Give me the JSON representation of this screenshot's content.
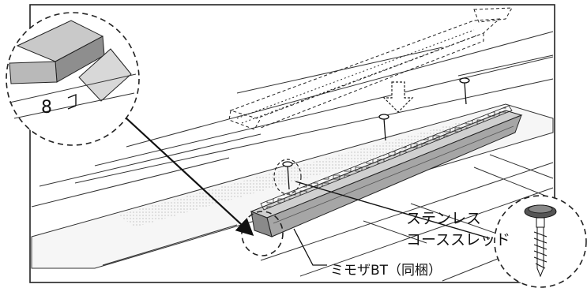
{
  "labels": {
    "dimension": "8",
    "screw_line1": "ステンレス",
    "screw_line2": "コーススレッド",
    "ridge_vent": "ミモザBT（同梱）"
  },
  "colors": {
    "line": "#1a1a1a",
    "vent_gray": "#9a9a9a",
    "roof_shadow": "#e6e6e6"
  }
}
